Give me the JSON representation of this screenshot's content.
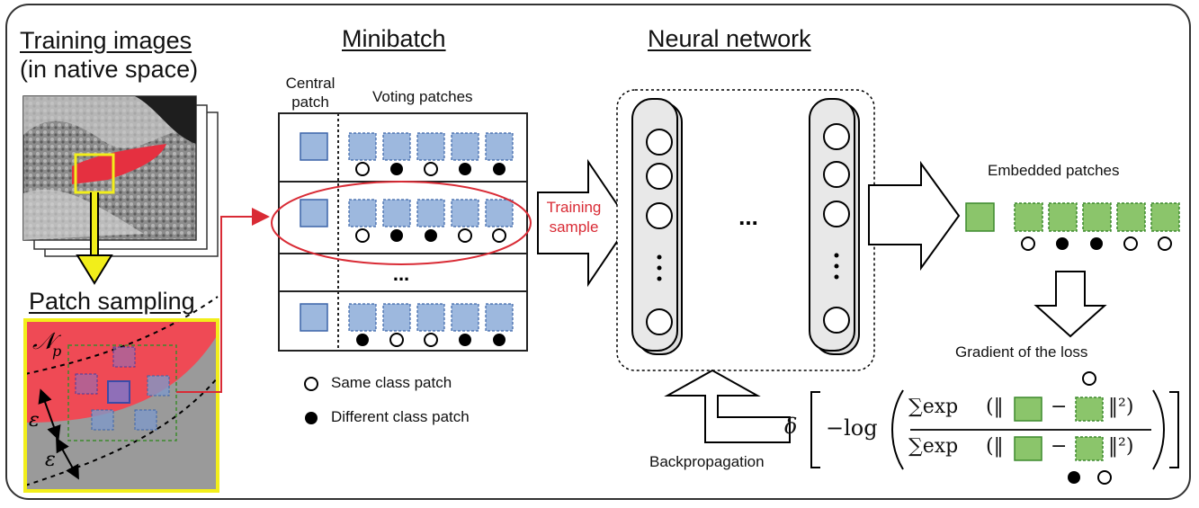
{
  "headings": {
    "training": "Training images",
    "training_sub": "(in native space)",
    "minibatch": "Minibatch",
    "network": "Neural network",
    "patch_sampling": "Patch sampling"
  },
  "minibatch": {
    "central_label": "Central\npatch",
    "voting_label": "Voting patches",
    "ellipsis": "...",
    "rows": [
      [
        "open",
        "filled",
        "open",
        "filled",
        "filled"
      ],
      [
        "open",
        "filled",
        "filled",
        "open",
        "open"
      ],
      [
        "filled",
        "open",
        "open",
        "filled",
        "filled"
      ]
    ]
  },
  "legend": {
    "same": "Same class patch",
    "different": "Different class patch"
  },
  "arrows": {
    "training_sample": "Training\nsample",
    "backprop": "Backpropagation"
  },
  "network": {
    "dots": "..."
  },
  "embedded": {
    "label": "Embedded patches",
    "markers": [
      "open",
      "filled",
      "filled",
      "open",
      "open"
    ]
  },
  "loss": {
    "label": "Gradient of the loss",
    "delta": "δ",
    "neg_log": "−log",
    "sum_exp": "∑exp",
    "minus": "−",
    "norm_sq": "‖²)",
    "open_norm": "(‖"
  },
  "sampling": {
    "np_label": "𝒩",
    "np_sub": "p",
    "eps": "ε"
  },
  "colors": {
    "patch_blue": "#9db8de",
    "patch_blue_border": "#3b64a8",
    "patch_green": "#8bc56b",
    "patch_green_border": "#3c8a2d",
    "red": "#d92b35",
    "yellow": "#f2ee1a",
    "region_red": "#ef4a55"
  }
}
